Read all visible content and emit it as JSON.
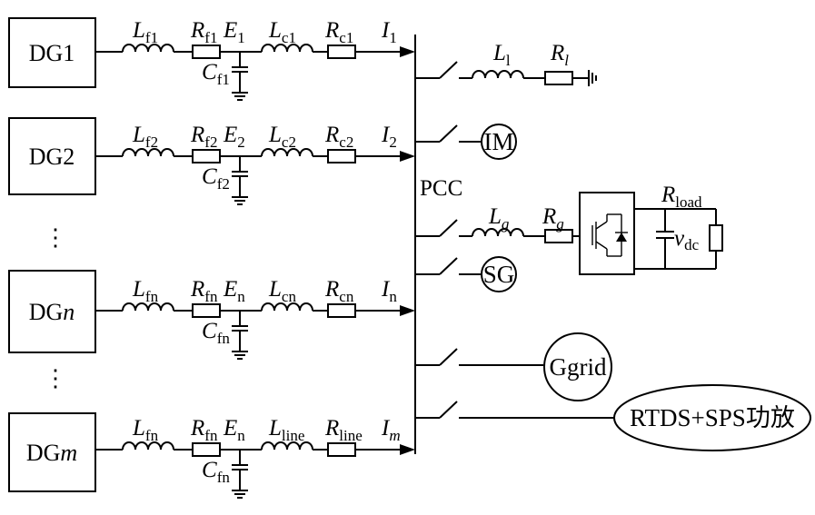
{
  "pcc_label": "PCC",
  "branches": [
    {
      "dg": "DG1",
      "dg_suffix": "",
      "Lf": "f1",
      "Rf": "f1",
      "E": "1",
      "Cf": "f1",
      "Lc": "c1",
      "Rc": "c1",
      "I": "1",
      "I_italic": false
    },
    {
      "dg": "DG2",
      "dg_suffix": "",
      "Lf": "f2",
      "Rf": "f2",
      "E": "2",
      "Cf": "f2",
      "Lc": "c2",
      "Rc": "c2",
      "I": "2",
      "I_italic": false
    },
    {
      "dg": "DG",
      "dg_suffix": "n",
      "Lf": "fn",
      "Rf": "fn",
      "E": "n",
      "Cf": "fn",
      "Lc": "cn",
      "Rc": "cn",
      "I": "n",
      "I_italic": false
    },
    {
      "dg": "DG",
      "dg_suffix": "m",
      "Lf": "fn",
      "Rf": "fn",
      "E": "n",
      "Cf": "fn",
      "Lc": "line",
      "Rc": "line",
      "I": "m",
      "I_italic": true
    }
  ],
  "loads": {
    "rl_load": {
      "L": "L",
      "L_sub": "l",
      "R": "R",
      "R_sub": "l"
    },
    "im": "IM",
    "rectifier": {
      "L": "L",
      "L_sub": "g",
      "R": "R",
      "R_sub": "g",
      "Rload": "R",
      "Rload_sub": "load",
      "v": "v",
      "v_sub": "dc"
    },
    "sg": "SG",
    "grid": "Ggrid",
    "rtds": "RTDS+SPS功放"
  },
  "vdots": "⋮"
}
